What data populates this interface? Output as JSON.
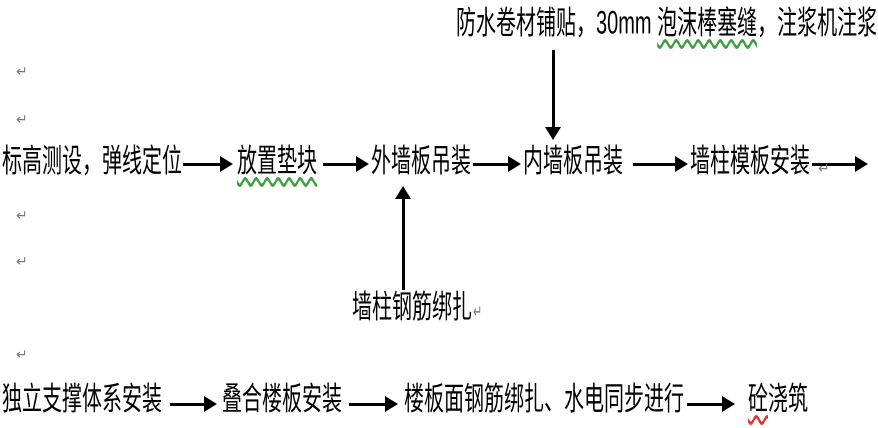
{
  "pilcrow_char": "↵",
  "colors": {
    "background": "#ffffff",
    "text": "#000000",
    "arrow": "#000000",
    "grammar_wavy_underline": "#3f9e3f",
    "spelling_wavy_underline": "#e03434",
    "paragraph_mark": "#7a7a7a"
  },
  "top_annotation": {
    "full_text": "防水卷材铺贴，30mm 泡沫棒塞缝，注浆机注浆",
    "segments": [
      {
        "text": "防水卷材铺贴，30mm ",
        "underline": "none"
      },
      {
        "text": "泡沫棒塞缝",
        "underline": "grammar-wavy-green"
      },
      {
        "text": "，注浆机注浆",
        "underline": "none"
      }
    ],
    "has_trailing_paragraph_mark": true,
    "arrow_points_to": "内墙板吊装"
  },
  "main_row": {
    "steps": [
      {
        "label": "标高测设，弹线定位",
        "underline": "none"
      },
      {
        "label": "放置垫块",
        "underline": "grammar-wavy-green"
      },
      {
        "label": "外墙板吊装",
        "underline": "none"
      },
      {
        "label": "内墙板吊装",
        "underline": "none"
      },
      {
        "label": "墙柱模板安装",
        "underline": "none"
      }
    ],
    "trailing_arrow": true,
    "trailing_arrow_has_paragraph_mark": true
  },
  "branch": {
    "label": "墙柱钢筋绑扎",
    "has_trailing_paragraph_mark": true,
    "arrow_direction": "up",
    "arrow_points_to": "外墙板吊装"
  },
  "bottom_row": {
    "steps": [
      {
        "label": "独立支撑体系安装",
        "underline": "none"
      },
      {
        "label": "叠合楼板安装",
        "underline": "none"
      },
      {
        "label": "楼板面钢筋绑扎、水电同步进行",
        "underline": "none"
      },
      {
        "label": "砼浇筑",
        "segments": [
          {
            "text": "砼",
            "underline": "spelling-wavy-red"
          },
          {
            "text": "浇筑",
            "underline": "none"
          }
        ]
      }
    ]
  },
  "margin_paragraph_marks_count": 5
}
